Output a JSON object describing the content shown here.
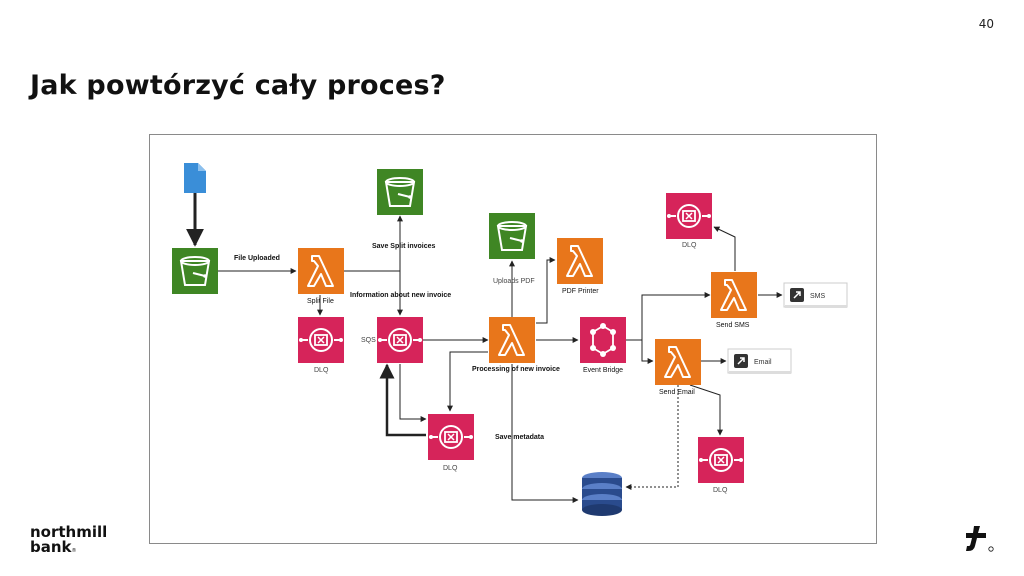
{
  "page": {
    "number": "40",
    "title": "Jak powtórzyć cały proces?"
  },
  "brand": {
    "line1": "northmill",
    "line2": "bank",
    "trademark": "®"
  },
  "colors": {
    "s3": "#3f8624",
    "lambda": "#e8761b",
    "sqs": "#d6245a",
    "dynamo": "#2a4b8d",
    "file": "#3a8ed8",
    "text": "#111111"
  },
  "diagram": {
    "nodes": {
      "file": {
        "icon": "file-icon"
      },
      "s3_upload": {
        "icon": "s3-bucket-icon"
      },
      "s3_split": {
        "icon": "s3-bucket-icon",
        "label": "Save Split invoices"
      },
      "s3_pdf": {
        "icon": "s3-bucket-icon",
        "label": "Uploads PDF"
      },
      "lambda_split": {
        "icon": "lambda-icon",
        "label": "Split File"
      },
      "lambda_printer": {
        "icon": "lambda-icon",
        "label": "PDF Printer"
      },
      "lambda_processing": {
        "icon": "lambda-icon",
        "label": "Processing of new invoice"
      },
      "lambda_sms": {
        "icon": "lambda-icon",
        "label": "Send SMS"
      },
      "lambda_email": {
        "icon": "lambda-icon",
        "label": "Send Email"
      },
      "sqs_main": {
        "icon": "sqs-icon",
        "label": "SQS"
      },
      "dlq_split": {
        "icon": "sqs-icon",
        "label": "DLQ"
      },
      "dlq_main": {
        "icon": "sqs-icon",
        "label": "DLQ"
      },
      "dlq_sms": {
        "icon": "sqs-icon",
        "label": "DLQ"
      },
      "dlq_email": {
        "icon": "sqs-icon",
        "label": "DLQ"
      },
      "eventbridge": {
        "icon": "eventbridge-icon",
        "label": "Event Bridge"
      },
      "dynamodb": {
        "icon": "dynamodb-icon"
      },
      "sms_box": {
        "icon": "external-link-icon",
        "label": "SMS"
      },
      "email_box": {
        "icon": "external-link-icon",
        "label": "Email"
      }
    },
    "edge_labels": {
      "file_uploaded": "File Uploaded",
      "info_new_invoice": "Information about new invoice",
      "save_metadata": "Save metadata"
    }
  }
}
